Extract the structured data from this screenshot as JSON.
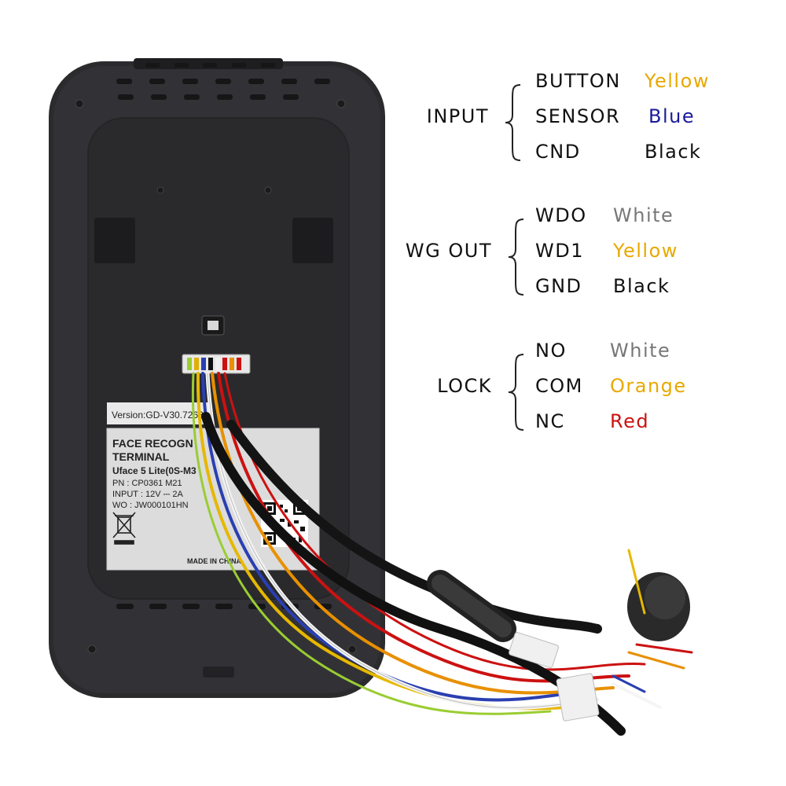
{
  "device": {
    "sticker_version": "Version:GD-V30.7263",
    "label_title_line1": "FACE RECOGN",
    "label_title_line2": "TERMINAL",
    "label_model": "Uface 5 Lite(0S-M3",
    "label_pn": "PN : CP0361 M21",
    "label_input": "INPUT : 12V ⎓ 2A",
    "label_wo": "WO : JW000101HN",
    "label_made_in": "MADE IN CHINA"
  },
  "wiring_groups": [
    {
      "group": "INPUT",
      "pins": [
        {
          "pin": "BUTTON",
          "color_name": "Yellow",
          "color": "#e8a800"
        },
        {
          "pin": "SENSOR",
          "color_name": "Blue",
          "color": "#1a1a9a"
        },
        {
          "pin": "CND",
          "color_name": "Black",
          "color": "#111111"
        }
      ]
    },
    {
      "group": "WG OUT",
      "pins": [
        {
          "pin": "WDO",
          "color_name": "White",
          "color": "#777777"
        },
        {
          "pin": "WD1",
          "color_name": "Yellow",
          "color": "#e8a800"
        },
        {
          "pin": "GND",
          "color_name": "Black",
          "color": "#111111"
        }
      ]
    },
    {
      "group": "LOCK",
      "pins": [
        {
          "pin": "NO",
          "color_name": "White",
          "color": "#777777"
        },
        {
          "pin": "COM",
          "color_name": "Orange",
          "color": "#e8a800"
        },
        {
          "pin": "NC",
          "color_name": "Red",
          "color": "#cc1111"
        }
      ]
    }
  ]
}
